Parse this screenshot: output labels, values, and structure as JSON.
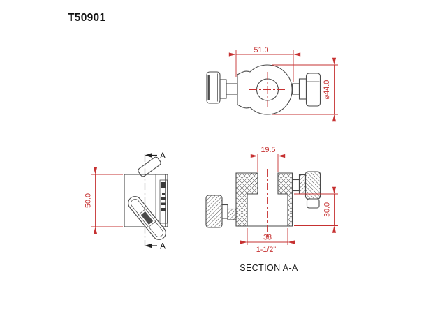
{
  "title": "T50901",
  "colors": {
    "line": "#4a4a4a",
    "dimension": "#c63131",
    "caption_text": "#1a1a1a",
    "background": "#ffffff"
  },
  "top_view": {
    "width_dim": "51.0",
    "diameter_dim": "⌀44.0"
  },
  "side_view": {
    "height_dim": "50.0",
    "section_arrow_top": "A",
    "section_arrow_bottom": "A"
  },
  "section_view": {
    "slot_width_dim": "19.5",
    "jaw_width_dim": "38",
    "jaw_width_inch_dim": "1-1/2\"",
    "jaw_height_dim": "30.0",
    "caption": "SECTION A-A"
  }
}
